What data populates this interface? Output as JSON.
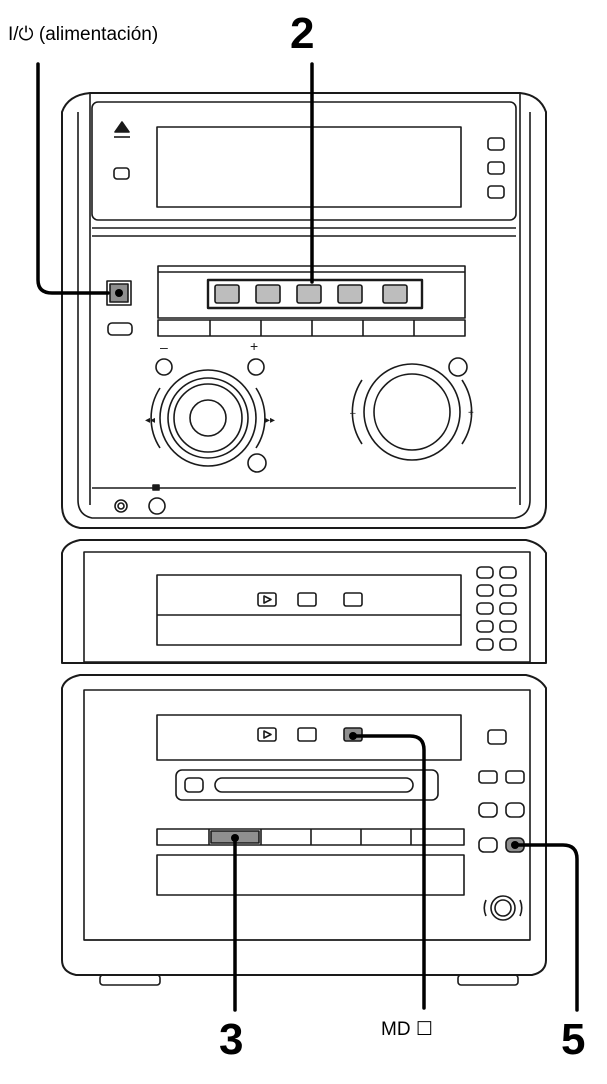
{
  "callouts": {
    "power_label": "I/⏻ (alimentación)",
    "step_2": "2",
    "step_3": "3",
    "step_5": "5",
    "md_stop_label": "MD ☐"
  },
  "colors": {
    "line": "#1a1a1a",
    "body": "#ffffff",
    "highlight": "#8f8f8f",
    "shade": "#e6e6e6"
  }
}
